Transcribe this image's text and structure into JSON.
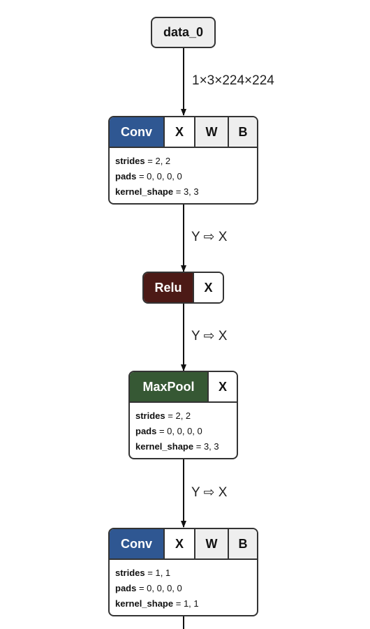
{
  "graph": {
    "input": {
      "label": "data_0"
    },
    "edges": [
      {
        "label": "1×3×224×224"
      },
      {
        "label": "Y ⇨ X"
      },
      {
        "label": "Y ⇨ X"
      },
      {
        "label": "Y ⇨ X"
      }
    ],
    "nodes": [
      {
        "op": "Conv",
        "op_color": "#2f5792",
        "inputs": [
          "X",
          "W",
          "B"
        ],
        "attrs": [
          {
            "key": "strides",
            "eq": " = ",
            "value": "2, 2"
          },
          {
            "key": "pads",
            "eq": " = ",
            "value": "0, 0, 0, 0"
          },
          {
            "key": "kernel_shape",
            "eq": " = ",
            "value": "3, 3"
          }
        ]
      },
      {
        "op": "Relu",
        "op_color": "#4c1a16",
        "inputs": [
          "X"
        ],
        "attrs": []
      },
      {
        "op": "MaxPool",
        "op_color": "#365834",
        "inputs": [
          "X"
        ],
        "attrs": [
          {
            "key": "strides",
            "eq": " = ",
            "value": "2, 2"
          },
          {
            "key": "pads",
            "eq": " = ",
            "value": "0, 0, 0, 0"
          },
          {
            "key": "kernel_shape",
            "eq": " = ",
            "value": "3, 3"
          }
        ]
      },
      {
        "op": "Conv",
        "op_color": "#2f5792",
        "inputs": [
          "X",
          "W",
          "B"
        ],
        "attrs": [
          {
            "key": "strides",
            "eq": " = ",
            "value": "1, 1"
          },
          {
            "key": "pads",
            "eq": " = ",
            "value": "0, 0, 0, 0"
          },
          {
            "key": "kernel_shape",
            "eq": " = ",
            "value": "1, 1"
          }
        ]
      }
    ]
  }
}
